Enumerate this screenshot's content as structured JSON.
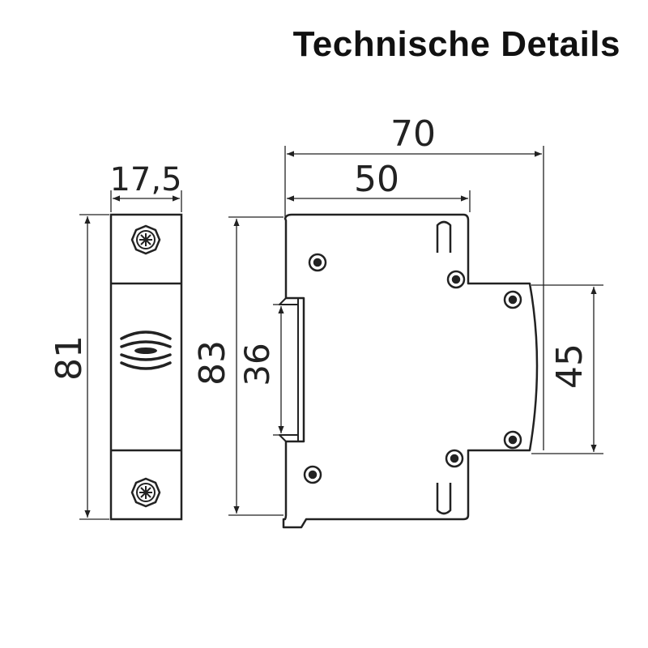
{
  "title": "Technische Details",
  "colors": {
    "line": "#222222",
    "background": "#ffffff"
  },
  "front_view": {
    "width_label": "17,5",
    "height_label": "81",
    "icons": [
      "screw-terminal-icon",
      "rocker-toggle-icon",
      "screw-terminal-icon"
    ]
  },
  "side_view": {
    "overall_depth_label": "70",
    "front_depth_label": "50",
    "overall_height_label": "83",
    "rail_height_label": "36",
    "front_height_label": "45"
  }
}
